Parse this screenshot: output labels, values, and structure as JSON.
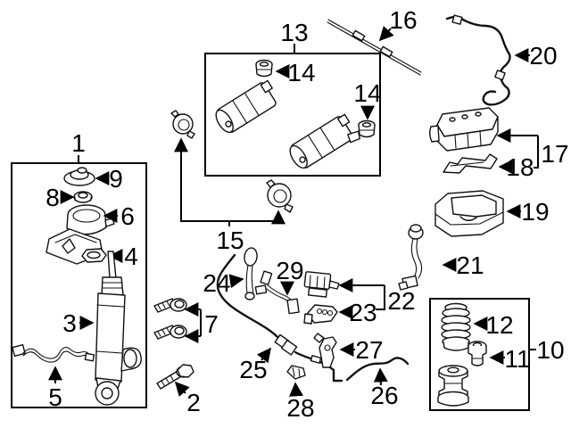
{
  "diagram": {
    "background": "#ffffff",
    "line_color": "#000000",
    "callouts": {
      "c1": "1",
      "c2": "2",
      "c3": "3",
      "c4": "4",
      "c5": "5",
      "c6": "6",
      "c7": "7",
      "c8": "8",
      "c9": "9",
      "c10": "10",
      "c11": "11",
      "c12": "12",
      "c13": "13",
      "c14a": "14",
      "c14b": "14",
      "c15": "15",
      "c16": "16",
      "c17": "17",
      "c18": "18",
      "c19": "19",
      "c20": "20",
      "c21": "21",
      "c22": "22",
      "c23": "23",
      "c24": "24",
      "c25": "25",
      "c26": "26",
      "c27": "27",
      "c28": "28",
      "c29": "29"
    }
  }
}
